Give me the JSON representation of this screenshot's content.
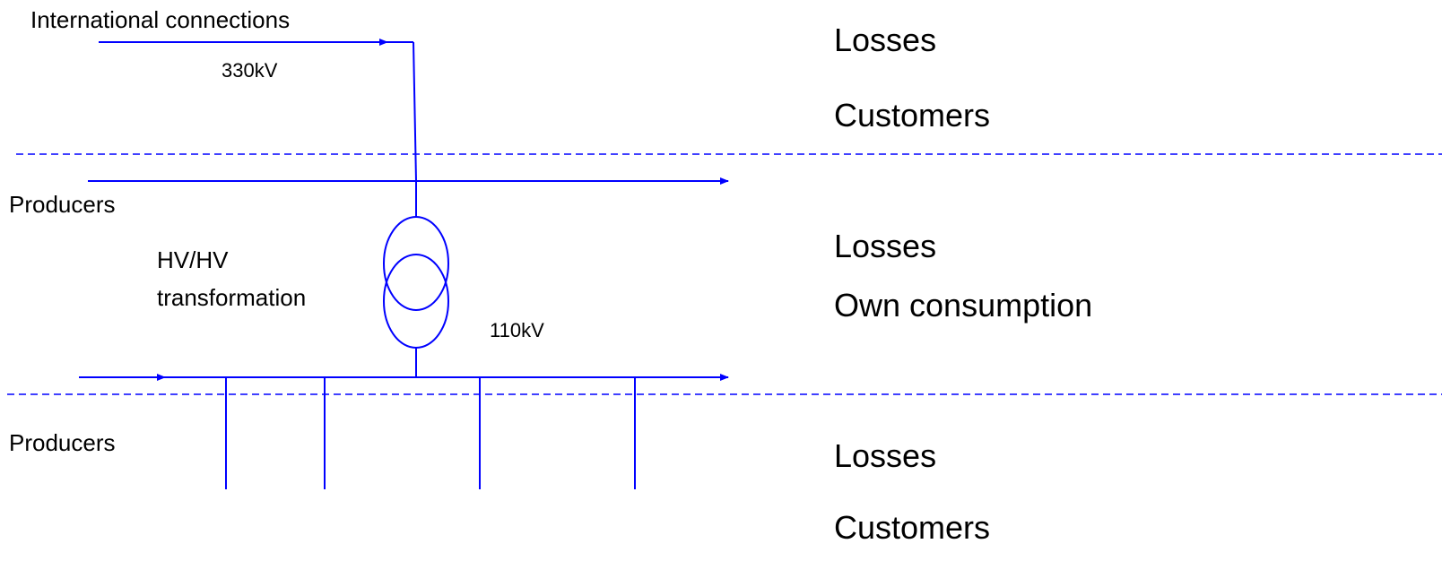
{
  "labels": {
    "international_connections": "International connections",
    "voltage_330": "330kV",
    "producers_top": "Producers",
    "transformation_line1": "HV/HV",
    "transformation_line2": "transformation",
    "voltage_110": "110kV",
    "producers_bottom": "Producers"
  },
  "right_column": {
    "section_1": [
      "Losses",
      "Customers"
    ],
    "section_2": [
      "Losses",
      "Own consumption"
    ],
    "section_3": [
      "Losses",
      "Customers"
    ]
  },
  "colors": {
    "line": "#0000ff",
    "text": "#000000"
  }
}
